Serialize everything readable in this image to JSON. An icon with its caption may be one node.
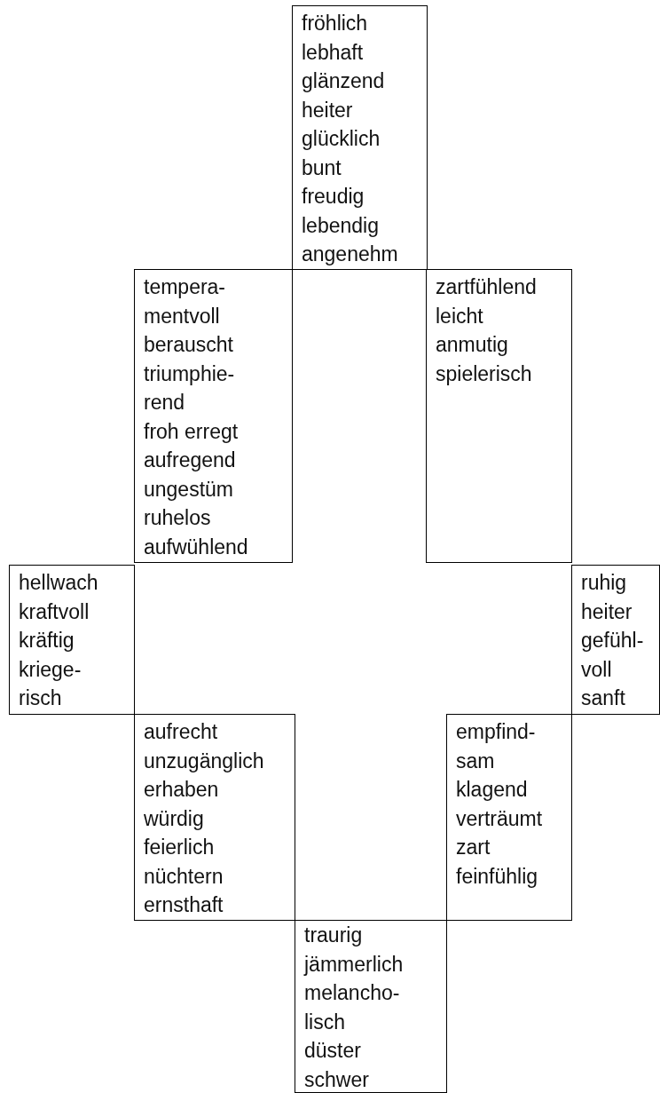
{
  "diagram": {
    "nodes": [
      {
        "text": [
          "fröhlich",
          "lebhaft",
          "glänzend",
          "heiter",
          "glücklich",
          "bunt",
          "freudig",
          "lebendig",
          "angenehm"
        ]
      },
      {
        "text": [
          "tempera- mentvoll",
          "berauscht",
          "triumphie- rend",
          "froh erregt",
          "aufregend",
          "ungestüm",
          "ruhelos",
          "aufwühlend"
        ]
      },
      {
        "text": [
          "zartfühlend",
          "leicht",
          "anmutig",
          "spielerisch"
        ]
      },
      {
        "text": [
          "hellwach",
          "kraftvoll",
          "kräftig",
          "kriege- risch"
        ]
      },
      {
        "text": [
          "ruhig",
          "heiter",
          "gefühl- voll",
          "sanft"
        ]
      },
      {
        "text": [
          "aufrecht",
          "unzugänglich",
          "erhaben",
          "würdig",
          "feierlich",
          "nüchtern",
          "ernsthaft"
        ]
      },
      {
        "text": [
          "empfind- sam",
          "klagend",
          "verträumt",
          "zart",
          "feinfühlig"
        ]
      },
      {
        "text": [
          "traurig",
          "jämmerlich",
          "melancho- lisch",
          "düster",
          "schwer"
        ]
      }
    ]
  }
}
